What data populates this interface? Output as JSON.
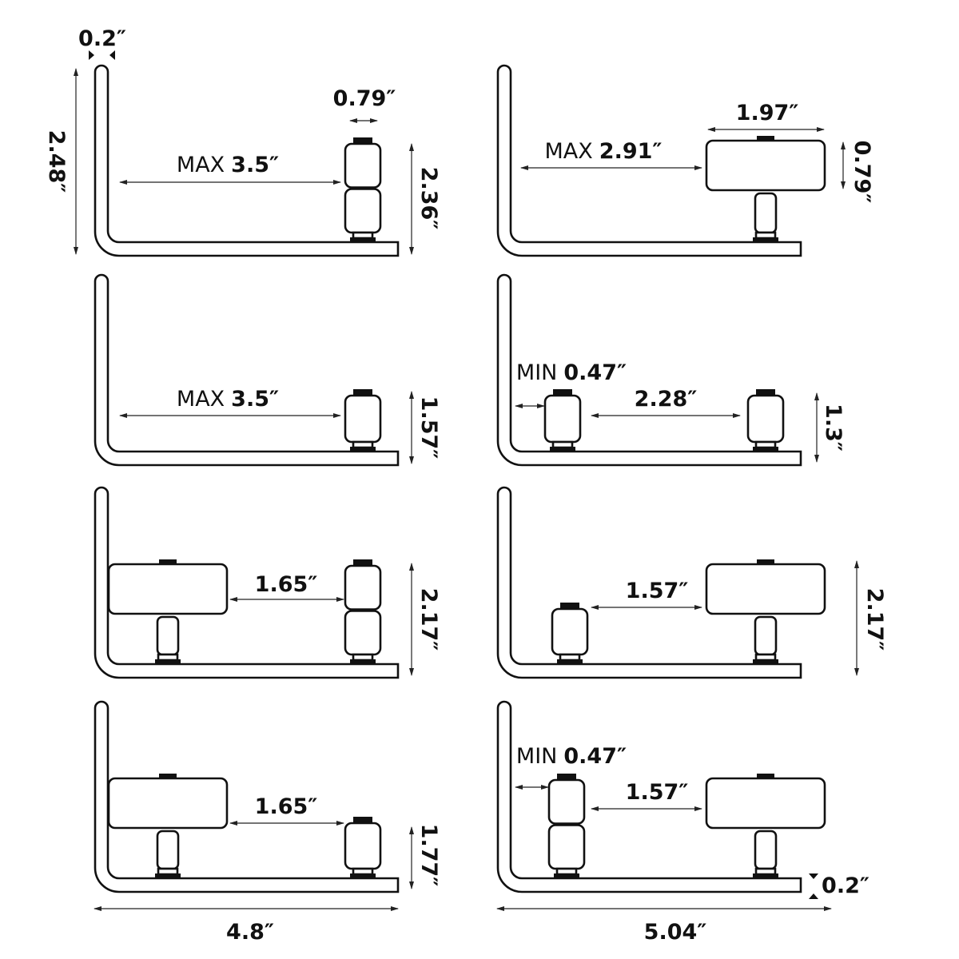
{
  "title": "Bracket roller configurations dimension diagram",
  "prefixes": {
    "max": "MAX",
    "min": "MIN"
  },
  "panels": [
    {
      "id": "p1",
      "labels": {
        "thickness": "0.2″",
        "height": "2.48″",
        "roller_width": "0.79″",
        "max_gap": "3.5″",
        "roller_height": "2.36″"
      }
    },
    {
      "id": "p2",
      "labels": {
        "wheel_width": "1.97″",
        "max_gap": "2.91″",
        "wheel_height": "0.79″"
      }
    },
    {
      "id": "p3",
      "labels": {
        "max_gap": "3.5″",
        "roller_height": "1.57″"
      }
    },
    {
      "id": "p4",
      "labels": {
        "min_gap": "0.47″",
        "between": "2.28″",
        "roller_height": "1.3″"
      }
    },
    {
      "id": "p5",
      "labels": {
        "between": "1.65″",
        "roller_height": "2.17″"
      }
    },
    {
      "id": "p6",
      "labels": {
        "between": "1.57″",
        "roller_height": "2.17″"
      }
    },
    {
      "id": "p7",
      "labels": {
        "between": "1.65″",
        "roller_height": "1.77″",
        "total_width": "4.8″"
      }
    },
    {
      "id": "p8",
      "labels": {
        "min_gap": "0.47″",
        "between": "1.57″",
        "thickness": "0.2″",
        "total_width": "5.04″"
      }
    }
  ]
}
